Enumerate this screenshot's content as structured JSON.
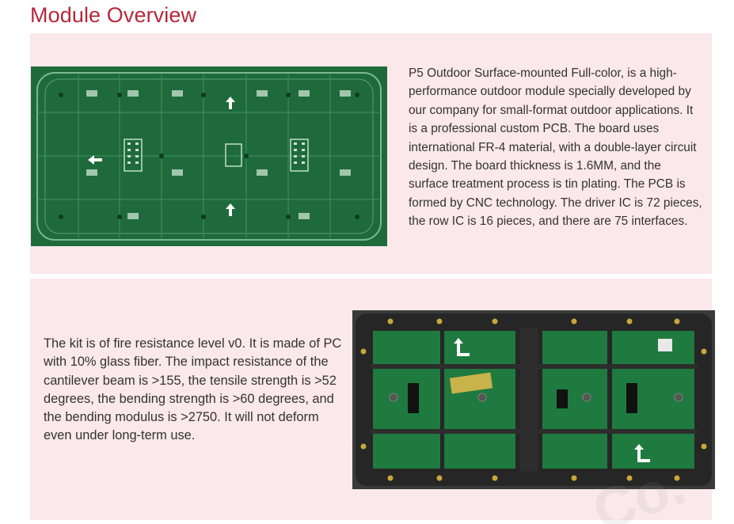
{
  "heading": "Module Overview",
  "section1": {
    "image_alt": "P5 outdoor PCB board (bare green circuit board)",
    "paragraph": "P5 Outdoor Surface-mounted Full-color, is a high-performance outdoor module specially developed by our company for small-format outdoor applications. It is a professional custom PCB. The board uses international FR-4 material, with a double-layer circuit design. The board thickness is 1.6MM, and the surface treatment process is tin plating. The PCB is formed by CNC technology. The driver IC is 72 pieces, the row IC is 16 pieces, and there are 75 interfaces."
  },
  "section2": {
    "paragraph": "The kit is of fire resistance level v0. It is made of PC with 10% glass fiber. The impact resistance of the cantilever beam is >155, the tensile strength is >52 degrees, the bending strength is >60 degrees, and the bending modulus is >2750. It will not deform even under long-term use.",
    "image_alt": "Rear of LED module showing PCB inside black plastic kit frame"
  },
  "colors": {
    "heading": "#b5283c",
    "panel_bg": "#fae8ea",
    "pcb_green": "#1f6a3c",
    "kit_frame": "#2a2a2a"
  }
}
